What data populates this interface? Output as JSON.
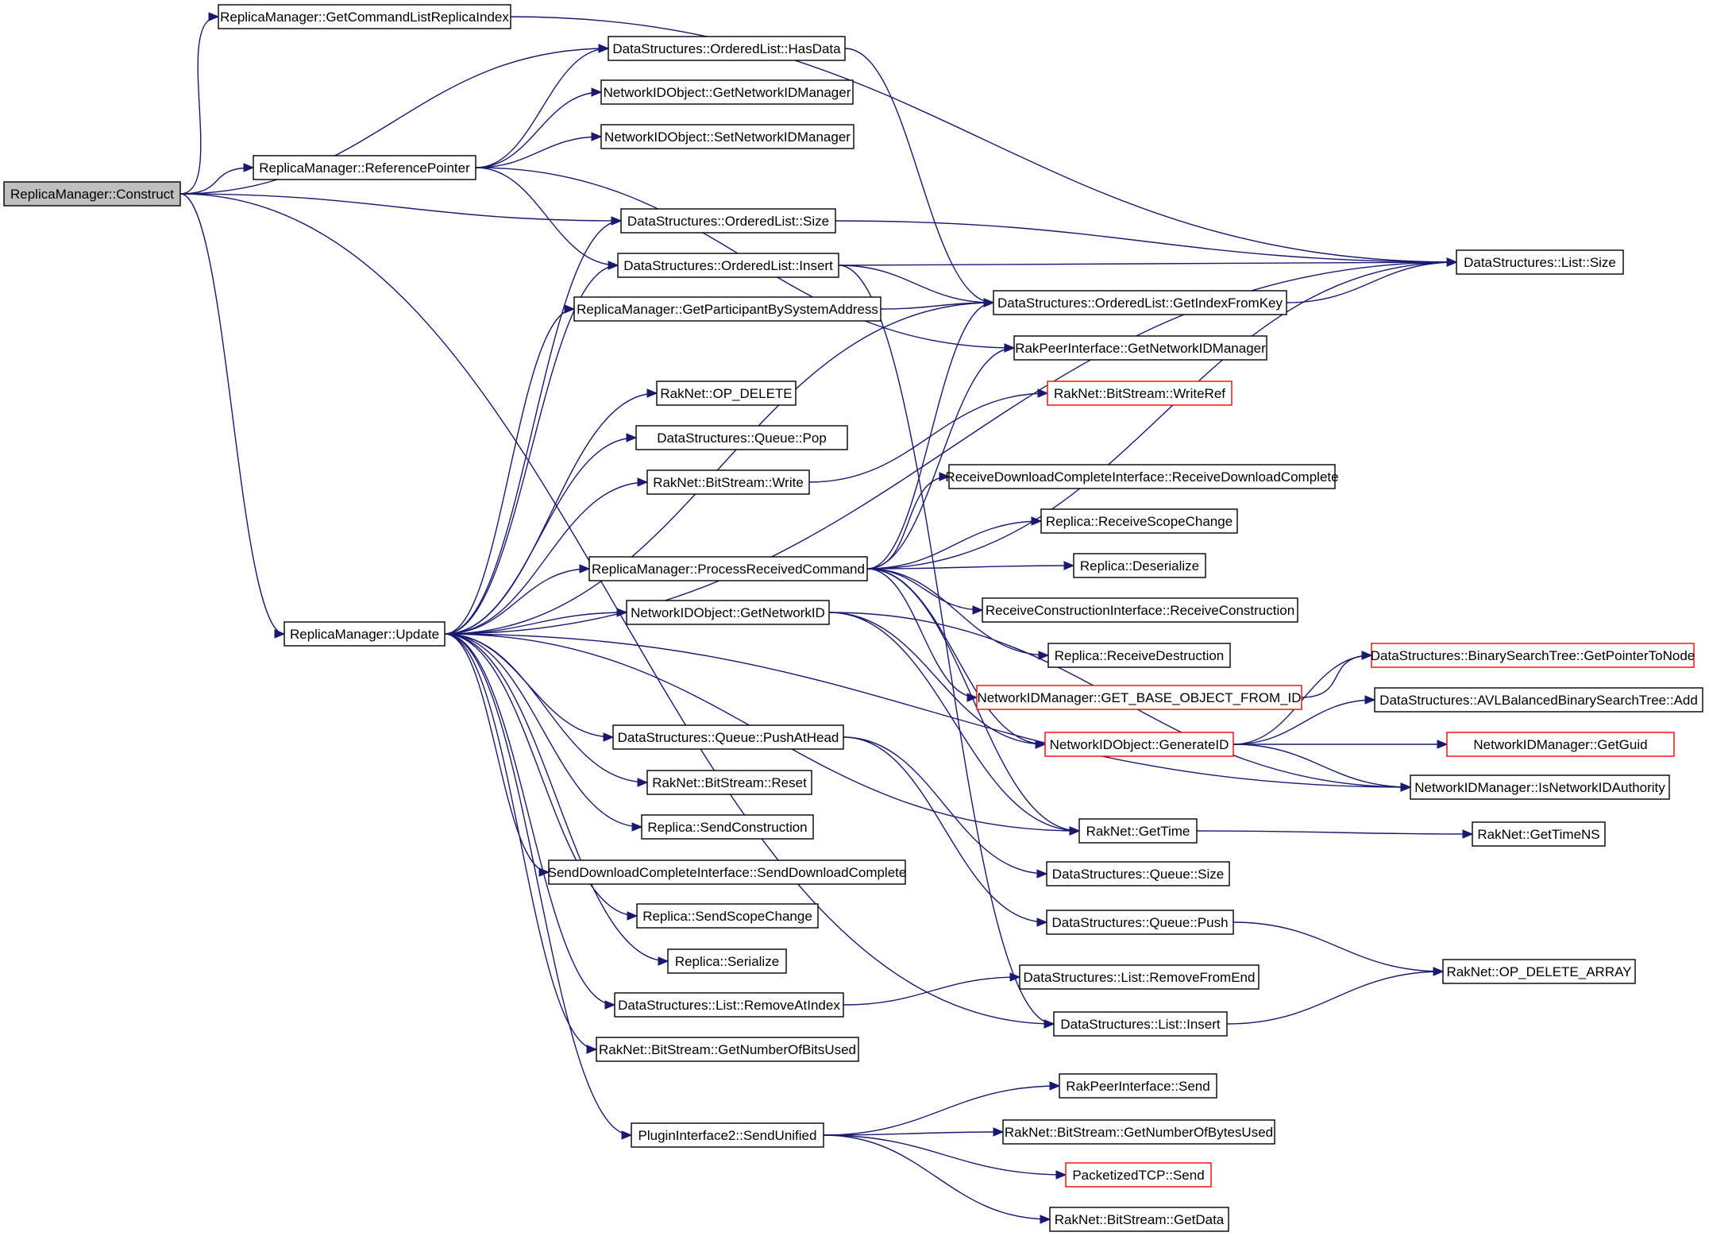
{
  "nodes": [
    {
      "id": "construct",
      "label": "ReplicaManager::Construct",
      "style": "root"
    },
    {
      "id": "getcmd",
      "label": "ReplicaManager::GetCommandListReplicaIndex"
    },
    {
      "id": "hasdata",
      "label": "DataStructures::OrderedList::HasData"
    },
    {
      "id": "getnidmgr_obj",
      "label": "NetworkIDObject::GetNetworkIDManager"
    },
    {
      "id": "setnidmgr",
      "label": "NetworkIDObject::SetNetworkIDManager"
    },
    {
      "id": "refptr",
      "label": "ReplicaManager::ReferencePointer"
    },
    {
      "id": "olsize",
      "label": "DataStructures::OrderedList::Size"
    },
    {
      "id": "olinsert",
      "label": "DataStructures::OrderedList::Insert"
    },
    {
      "id": "lsize",
      "label": "DataStructures::List::Size"
    },
    {
      "id": "getpart",
      "label": "ReplicaManager::GetParticipantBySystemAddress"
    },
    {
      "id": "getidx",
      "label": "DataStructures::OrderedList::GetIndexFromKey"
    },
    {
      "id": "rakgetnid",
      "label": "RakPeerInterface::GetNetworkIDManager"
    },
    {
      "id": "opdelete",
      "label": "RakNet::OP_DELETE"
    },
    {
      "id": "writeref",
      "label": "RakNet::BitStream::WriteRef",
      "style": "red"
    },
    {
      "id": "qpop",
      "label": "DataStructures::Queue::Pop"
    },
    {
      "id": "bswrite",
      "label": "RakNet::BitStream::Write"
    },
    {
      "id": "recvdl",
      "label": "ReceiveDownloadCompleteInterface::ReceiveDownloadComplete"
    },
    {
      "id": "recvscope",
      "label": "Replica::ReceiveScopeChange"
    },
    {
      "id": "procrecv",
      "label": "ReplicaManager::ProcessReceivedCommand"
    },
    {
      "id": "deser",
      "label": "Replica::Deserialize"
    },
    {
      "id": "recvcons",
      "label": "ReceiveConstructionInterface::ReceiveConstruction"
    },
    {
      "id": "update",
      "label": "ReplicaManager::Update"
    },
    {
      "id": "getnid",
      "label": "NetworkIDObject::GetNetworkID"
    },
    {
      "id": "recvdestr",
      "label": "Replica::ReceiveDestruction"
    },
    {
      "id": "bstptn",
      "label": "DataStructures::BinarySearchTree::GetPointerToNode",
      "style": "red"
    },
    {
      "id": "getbase",
      "label": "NetworkIDManager::GET_BASE_OBJECT_FROM_ID",
      "style": "red"
    },
    {
      "id": "avladd",
      "label": "DataStructures::AVLBalancedBinarySearchTree::Add"
    },
    {
      "id": "pushhead",
      "label": "DataStructures::Queue::PushAtHead"
    },
    {
      "id": "genid",
      "label": "NetworkIDObject::GenerateID",
      "style": "red"
    },
    {
      "id": "getguid",
      "label": "NetworkIDManager::GetGuid",
      "style": "red"
    },
    {
      "id": "bsreset",
      "label": "RakNet::BitStream::Reset"
    },
    {
      "id": "isauth",
      "label": "NetworkIDManager::IsNetworkIDAuthority"
    },
    {
      "id": "sendcons",
      "label": "Replica::SendConstruction"
    },
    {
      "id": "gettime",
      "label": "RakNet::GetTime"
    },
    {
      "id": "gettimens",
      "label": "RakNet::GetTimeNS"
    },
    {
      "id": "senddl",
      "label": "SendDownloadCompleteInterface::SendDownloadComplete"
    },
    {
      "id": "qsize",
      "label": "DataStructures::Queue::Size"
    },
    {
      "id": "sendscope",
      "label": "Replica::SendScopeChange"
    },
    {
      "id": "qpush",
      "label": "DataStructures::Queue::Push"
    },
    {
      "id": "serialize",
      "label": "Replica::Serialize"
    },
    {
      "id": "opdelarr",
      "label": "RakNet::OP_DELETE_ARRAY"
    },
    {
      "id": "removeend",
      "label": "DataStructures::List::RemoveFromEnd"
    },
    {
      "id": "removeat",
      "label": "DataStructures::List::RemoveAtIndex"
    },
    {
      "id": "linsert",
      "label": "DataStructures::List::Insert"
    },
    {
      "id": "numbits",
      "label": "RakNet::BitStream::GetNumberOfBitsUsed"
    },
    {
      "id": "raksend",
      "label": "RakPeerInterface::Send"
    },
    {
      "id": "numbytes",
      "label": "RakNet::BitStream::GetNumberOfBytesUsed"
    },
    {
      "id": "sendunified",
      "label": "PluginInterface2::SendUnified"
    },
    {
      "id": "ptcpsend",
      "label": "PacketizedTCP::Send",
      "style": "red"
    },
    {
      "id": "getdata",
      "label": "RakNet::BitStream::GetData"
    }
  ],
  "edges": [
    [
      "construct",
      "getcmd"
    ],
    [
      "construct",
      "hasdata"
    ],
    [
      "construct",
      "refptr"
    ],
    [
      "construct",
      "olsize"
    ],
    [
      "construct",
      "update"
    ],
    [
      "construct",
      "linsert"
    ],
    [
      "getcmd",
      "lsize"
    ],
    [
      "hasdata",
      "getidx"
    ],
    [
      "refptr",
      "hasdata"
    ],
    [
      "refptr",
      "getnidmgr_obj"
    ],
    [
      "refptr",
      "setnidmgr"
    ],
    [
      "refptr",
      "olinsert"
    ],
    [
      "refptr",
      "rakgetnid"
    ],
    [
      "olsize",
      "lsize"
    ],
    [
      "olinsert",
      "lsize"
    ],
    [
      "olinsert",
      "getidx"
    ],
    [
      "olinsert",
      "linsert"
    ],
    [
      "getpart",
      "getidx"
    ],
    [
      "getidx",
      "lsize"
    ],
    [
      "bswrite",
      "writeref"
    ],
    [
      "procrecv",
      "getidx"
    ],
    [
      "procrecv",
      "rakgetnid"
    ],
    [
      "procrecv",
      "recvdl"
    ],
    [
      "procrecv",
      "recvscope"
    ],
    [
      "procrecv",
      "deser"
    ],
    [
      "procrecv",
      "recvcons"
    ],
    [
      "procrecv",
      "recvdestr"
    ],
    [
      "procrecv",
      "getbase"
    ],
    [
      "procrecv",
      "genid"
    ],
    [
      "procrecv",
      "gettime"
    ],
    [
      "procrecv",
      "lsize"
    ],
    [
      "update",
      "olsize"
    ],
    [
      "update",
      "olinsert"
    ],
    [
      "update",
      "getpart"
    ],
    [
      "update",
      "getidx"
    ],
    [
      "update",
      "opdelete"
    ],
    [
      "update",
      "qpop"
    ],
    [
      "update",
      "bswrite"
    ],
    [
      "update",
      "lsize"
    ],
    [
      "update",
      "procrecv"
    ],
    [
      "update",
      "getnid"
    ],
    [
      "update",
      "isauth"
    ],
    [
      "update",
      "gettime"
    ],
    [
      "update",
      "pushhead"
    ],
    [
      "update",
      "bsreset"
    ],
    [
      "update",
      "sendcons"
    ],
    [
      "update",
      "senddl"
    ],
    [
      "update",
      "sendscope"
    ],
    [
      "update",
      "serialize"
    ],
    [
      "update",
      "removeat"
    ],
    [
      "update",
      "numbits"
    ],
    [
      "update",
      "sendunified"
    ],
    [
      "getnid",
      "genid"
    ],
    [
      "getnid",
      "isauth"
    ],
    [
      "getnid",
      "gettime"
    ],
    [
      "getbase",
      "bstptn"
    ],
    [
      "genid",
      "bstptn"
    ],
    [
      "genid",
      "avladd"
    ],
    [
      "genid",
      "getguid"
    ],
    [
      "genid",
      "isauth"
    ],
    [
      "pushhead",
      "qsize"
    ],
    [
      "pushhead",
      "qpush"
    ],
    [
      "gettime",
      "gettimens"
    ],
    [
      "qpush",
      "opdelarr"
    ],
    [
      "removeat",
      "removeend"
    ],
    [
      "linsert",
      "opdelarr"
    ],
    [
      "sendunified",
      "raksend"
    ],
    [
      "sendunified",
      "numbytes"
    ],
    [
      "sendunified",
      "ptcpsend"
    ],
    [
      "sendunified",
      "getdata"
    ]
  ]
}
